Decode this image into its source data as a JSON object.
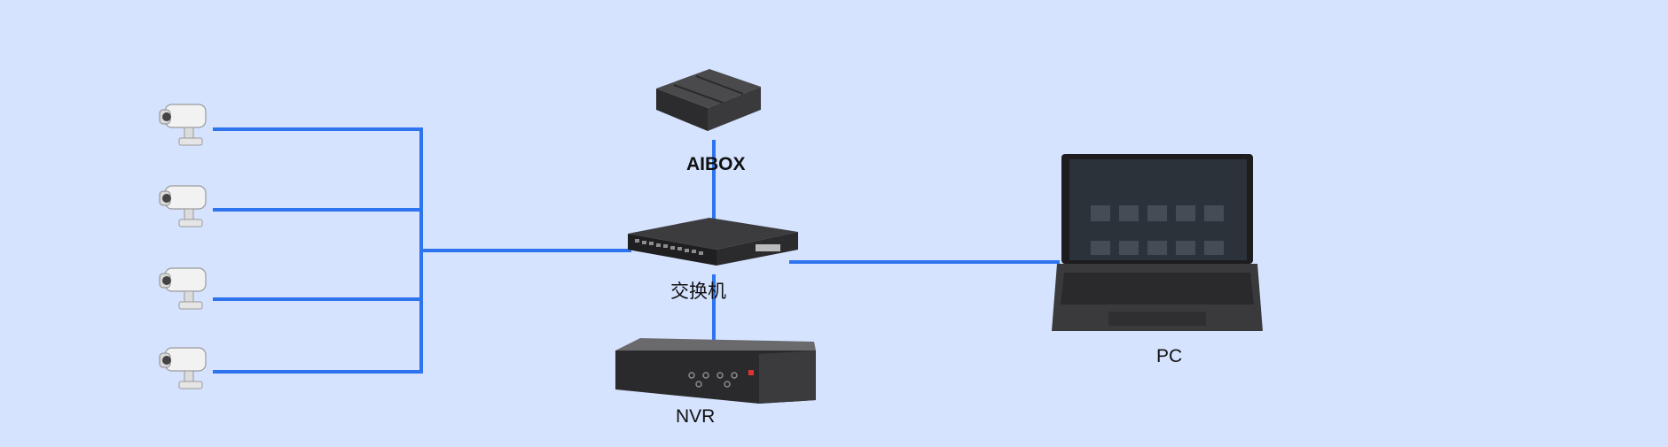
{
  "diagram": {
    "nodes": {
      "aibox": {
        "label": "AIBOX"
      },
      "switch": {
        "label": "交换机"
      },
      "nvr": {
        "label": "NVR"
      },
      "pc": {
        "label": "PC"
      }
    },
    "cameras": [
      {
        "id": "camera-1"
      },
      {
        "id": "camera-2"
      },
      {
        "id": "camera-3"
      },
      {
        "id": "camera-4"
      }
    ],
    "colors": {
      "background": "#d5e3fe",
      "link": "#2f74ef",
      "device_dark": "#2c2c2e",
      "device_gray": "#555558",
      "camera_body": "#f2f2f2"
    }
  }
}
